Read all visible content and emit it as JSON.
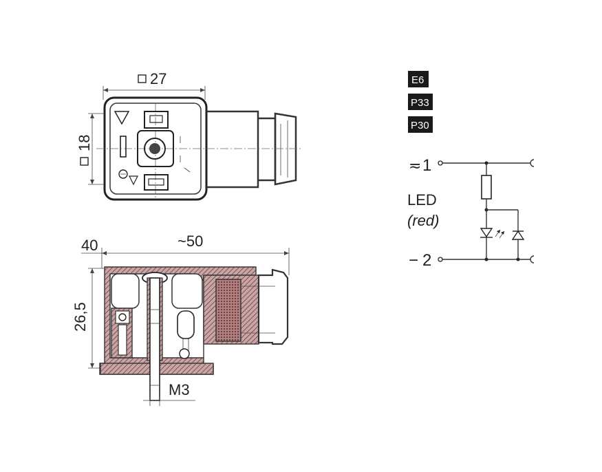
{
  "dimensions": {
    "width_square": "27",
    "height_square": "18",
    "length": "~50",
    "offset": "40",
    "height": "26,5",
    "thread": "M3"
  },
  "codes": [
    "E6",
    "P33",
    "P30"
  ],
  "schematic": {
    "pin1_label": "1",
    "pin1_symbol": "≂",
    "pin2_label": "2",
    "pin2_symbol": "−",
    "led_label": "LED",
    "led_color": "(red)"
  },
  "colors": {
    "badge_bg": "#1a1a1a",
    "hatch": "#8a5a5a",
    "line": "#333333"
  }
}
